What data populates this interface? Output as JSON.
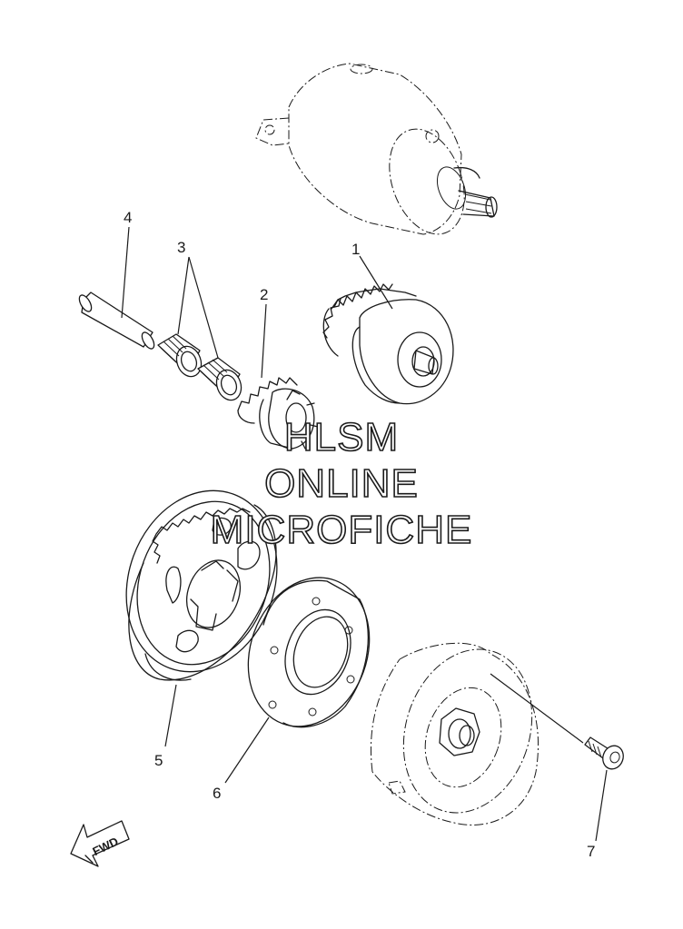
{
  "callouts": [
    "1",
    "2",
    "3",
    "4",
    "5",
    "6",
    "7"
  ],
  "watermark": {
    "line1": "HLSM",
    "line2": "ONLINE",
    "line3": "MICROFICHE"
  },
  "direction_label": "FWD",
  "icons": [
    "fwd-arrow-icon"
  ]
}
